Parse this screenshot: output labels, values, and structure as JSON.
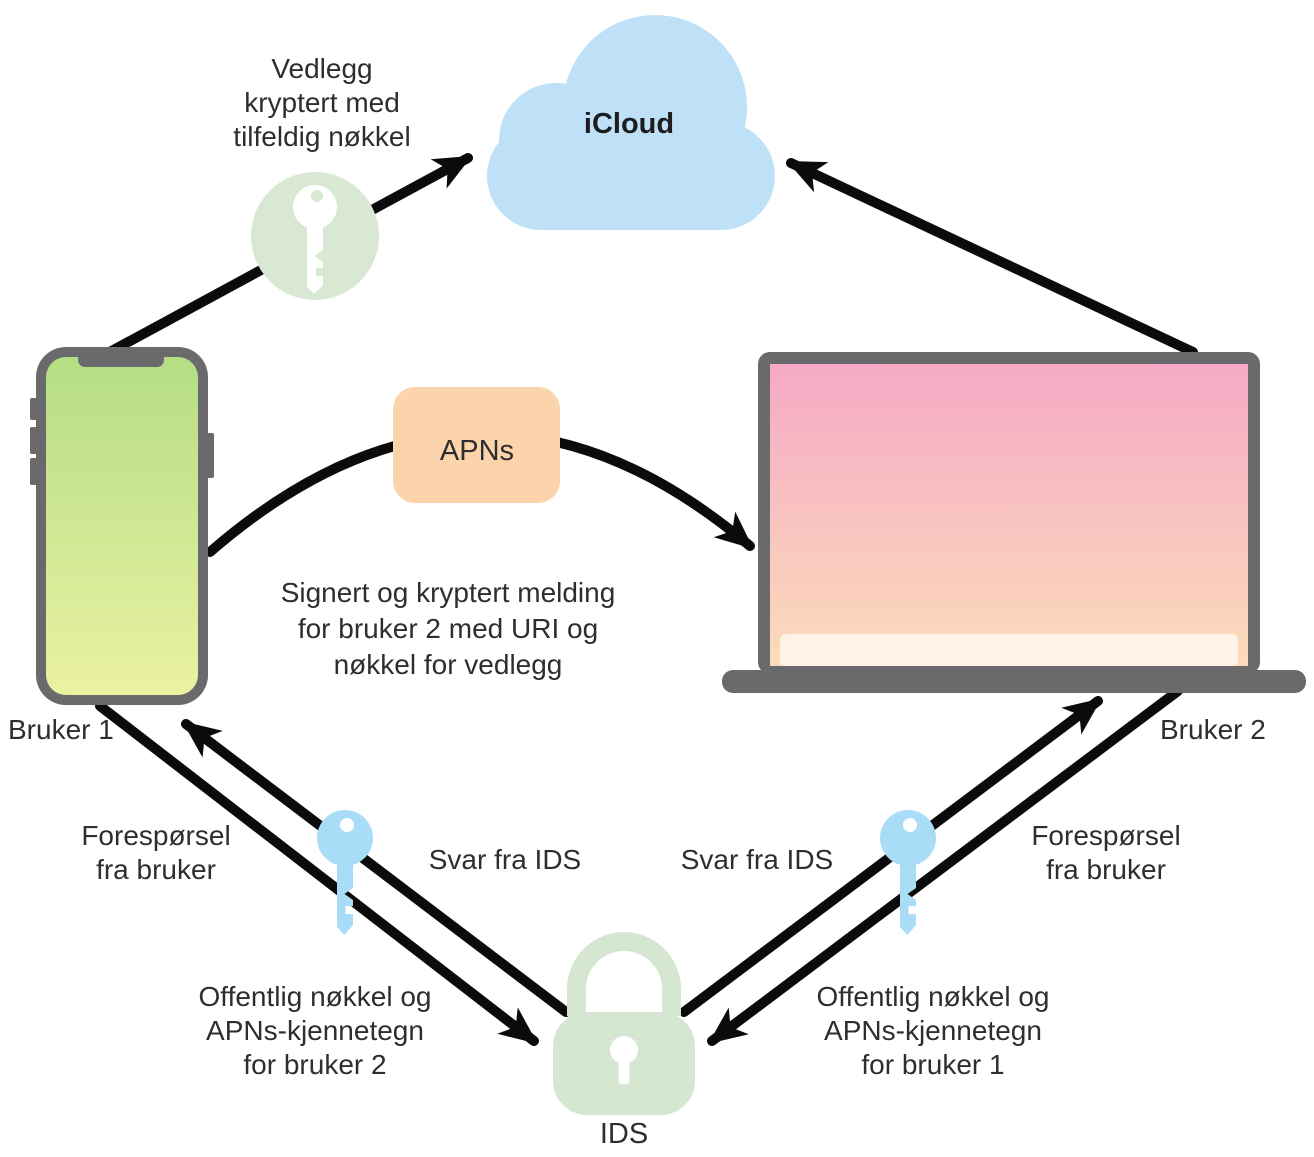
{
  "diagram": {
    "icloud_label": "iCloud",
    "apns_label": "APNs",
    "ids_label": "IDS",
    "user1_label": "Bruker 1",
    "user2_label": "Bruker 2",
    "attachment_note": [
      "Vedlegg",
      "kryptert med",
      "tilfeldig nøkkel"
    ],
    "message_note": [
      "Signert og kryptert melding",
      "for bruker 2 med URI og",
      "nøkkel for vedlegg"
    ],
    "request_left": [
      "Forespørsel",
      "fra bruker"
    ],
    "request_right": [
      "Forespørsel",
      "fra bruker"
    ],
    "ids_reply_left": "Svar fra IDS",
    "ids_reply_right": "Svar fra IDS",
    "public_key_note_left": [
      "Offentlig nøkkel og",
      "APNs-kjennetegn",
      "for bruker 2"
    ],
    "public_key_note_right": [
      "Offentlig nøkkel og",
      "APNs-kjennetegn",
      "for bruker 1"
    ]
  },
  "icons": {
    "cloud": "icloud-cloud-icon",
    "random_key": "key-icon",
    "public_key_left": "key-icon",
    "public_key_right": "key-icon",
    "ids_lock": "lock-icon"
  },
  "colors": {
    "cloud": "#BEE1F7",
    "apns_box": "#FBD4AC",
    "key_badge_green": "#D8E8D3",
    "lock_green": "#D5E7D1",
    "key_blue": "#A9DDF7",
    "device_frame": "#6A6A6C",
    "phone_screen_top": "#B4DD84",
    "phone_screen_bottom": "#EAF2A2",
    "laptop_screen_top": "#F5A9C6",
    "laptop_screen_bottom": "#FBDCBA",
    "laptop_dock": "#FEF3E6",
    "arrow": "#0B0B0B",
    "text": "#2E2E30"
  }
}
